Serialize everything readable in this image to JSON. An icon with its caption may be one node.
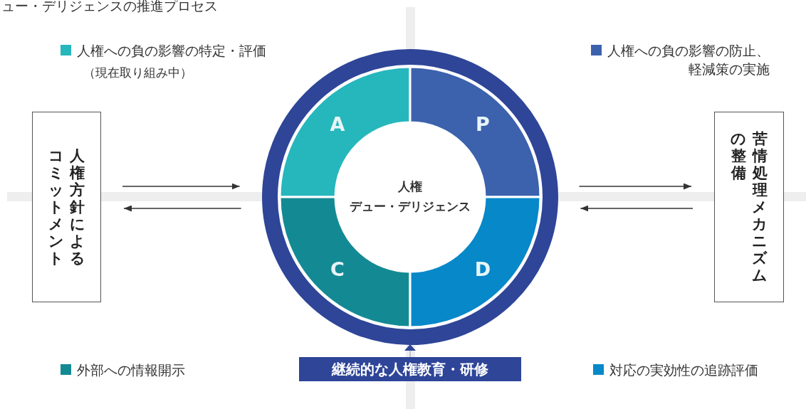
{
  "diagram": {
    "title": "ュー・デリジェンスの推進プロセス",
    "nodes": [
      {
        "text": [
          "人権方針によるコミットメント"
        ]
      },
      {
        "text": [],
        "shape": "circle"
      },
      {
        "text": [
          "A"
        ],
        "in": 1
      },
      {
        "text": [
          "P"
        ],
        "in": 1
      },
      {
        "text": [
          "C"
        ],
        "in": 1
      },
      {
        "text": [
          "D"
        ],
        "in": 1
      },
      {
        "text": [
          "人権",
          "デュー・デリジェンス"
        ],
        "in": 1
      },
      {
        "text": [
          "苦情処理メカニズムの整備"
        ]
      },
      {
        "text": [
          "継続的な人権教育・研修"
        ]
      }
    ],
    "edges": [
      {
        "from": 0,
        "to": 1,
        "arrow": "to"
      },
      {
        "from": 1,
        "to": 0,
        "arrow": "to"
      },
      {
        "from": 1,
        "to": 7,
        "arrow": "to"
      },
      {
        "from": 7,
        "to": 1,
        "arrow": "to"
      },
      {
        "from": 8,
        "to": 1,
        "arrow": "to",
        "color": "#2e4598"
      }
    ],
    "labels": [
      "（現在取り組み中）"
    ],
    "legend": [
      {
        "text": "人権への負の影響の特定・評価",
        "color": "#25b7bc"
      },
      {
        "text": "人権への負の影響の防止、軽減策の実施",
        "color": "#3c62ad"
      },
      {
        "text": "外部への情報開示",
        "color": "#138a93"
      },
      {
        "text": "対応の実効性の追跡評価",
        "color": "#0688c9"
      }
    ]
  }
}
